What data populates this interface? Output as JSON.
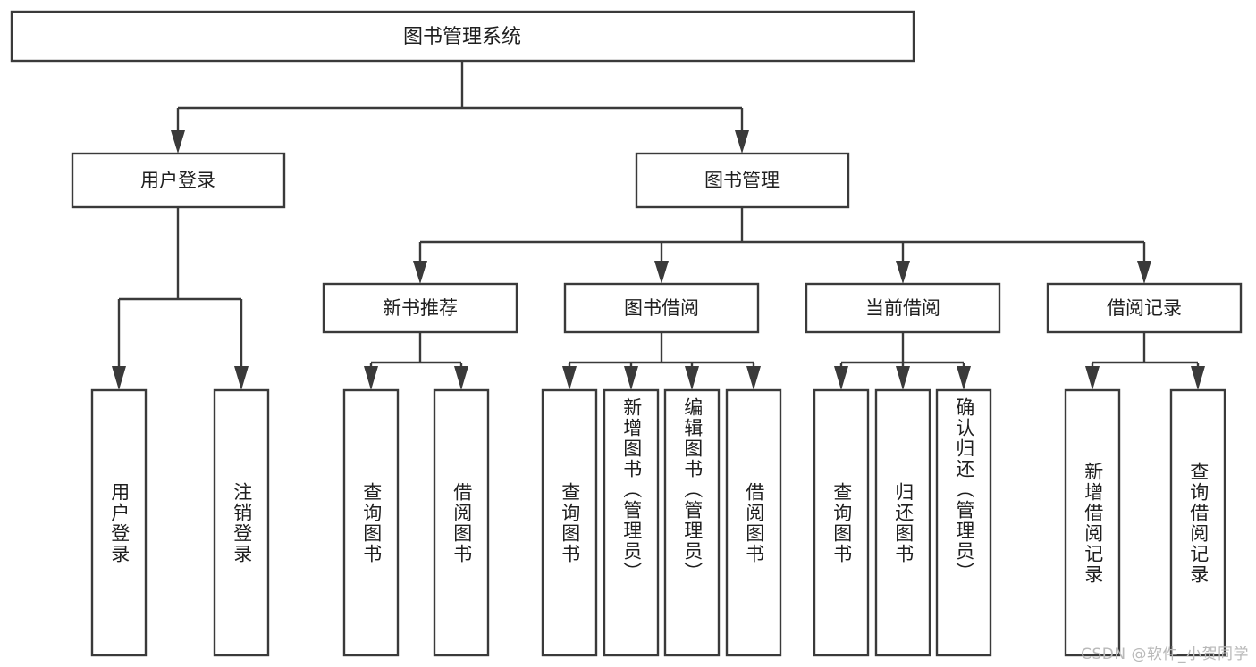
{
  "diagram": {
    "type": "tree",
    "title": "图书管理系统",
    "orientation": "top-down",
    "colors": {
      "box_stroke": "#3a3a3a",
      "box_fill": "#ffffff",
      "connector": "#3a3a3a",
      "text": "#1f1f1f",
      "watermark": "#b9b9b9",
      "background": "#ffffff"
    },
    "root": {
      "id": "root",
      "label": "图书管理系统"
    },
    "level1": [
      {
        "id": "user-login",
        "label": "用户登录"
      },
      {
        "id": "book-management",
        "label": "图书管理"
      }
    ],
    "level2": [
      {
        "id": "new-book-recommend",
        "label": "新书推荐",
        "parent": "book-management"
      },
      {
        "id": "book-borrow",
        "label": "图书借阅",
        "parent": "book-management"
      },
      {
        "id": "current-borrow",
        "label": "当前借阅",
        "parent": "book-management"
      },
      {
        "id": "borrow-record",
        "label": "借阅记录",
        "parent": "book-management"
      }
    ],
    "leaves": [
      {
        "id": "leaf-user-login",
        "label": "用户登录",
        "parent": "user-login"
      },
      {
        "id": "leaf-logout-login",
        "label": "注销登录",
        "parent": "user-login"
      },
      {
        "id": "leaf-query-book-1",
        "label": "查询图书",
        "parent": "new-book-recommend"
      },
      {
        "id": "leaf-borrow-book-1",
        "label": "借阅图书",
        "parent": "new-book-recommend"
      },
      {
        "id": "leaf-query-book-2",
        "label": "查询图书",
        "parent": "book-borrow"
      },
      {
        "id": "leaf-add-book",
        "label": "新增图书（管理员）",
        "parent": "book-borrow"
      },
      {
        "id": "leaf-edit-book",
        "label": "编辑图书（管理员）",
        "parent": "book-borrow"
      },
      {
        "id": "leaf-borrow-book-2",
        "label": "借阅图书",
        "parent": "book-borrow"
      },
      {
        "id": "leaf-query-book-3",
        "label": "查询图书",
        "parent": "current-borrow"
      },
      {
        "id": "leaf-return-book",
        "label": "归还图书",
        "parent": "current-borrow"
      },
      {
        "id": "leaf-confirm-return",
        "label": "确认归还（管理员）",
        "parent": "current-borrow"
      },
      {
        "id": "leaf-add-record",
        "label": "新增借阅记录",
        "parent": "borrow-record"
      },
      {
        "id": "leaf-query-record",
        "label": "查询借阅记录",
        "parent": "borrow-record"
      }
    ]
  },
  "watermark": {
    "text": "CSDN @软件_小贺同学"
  }
}
